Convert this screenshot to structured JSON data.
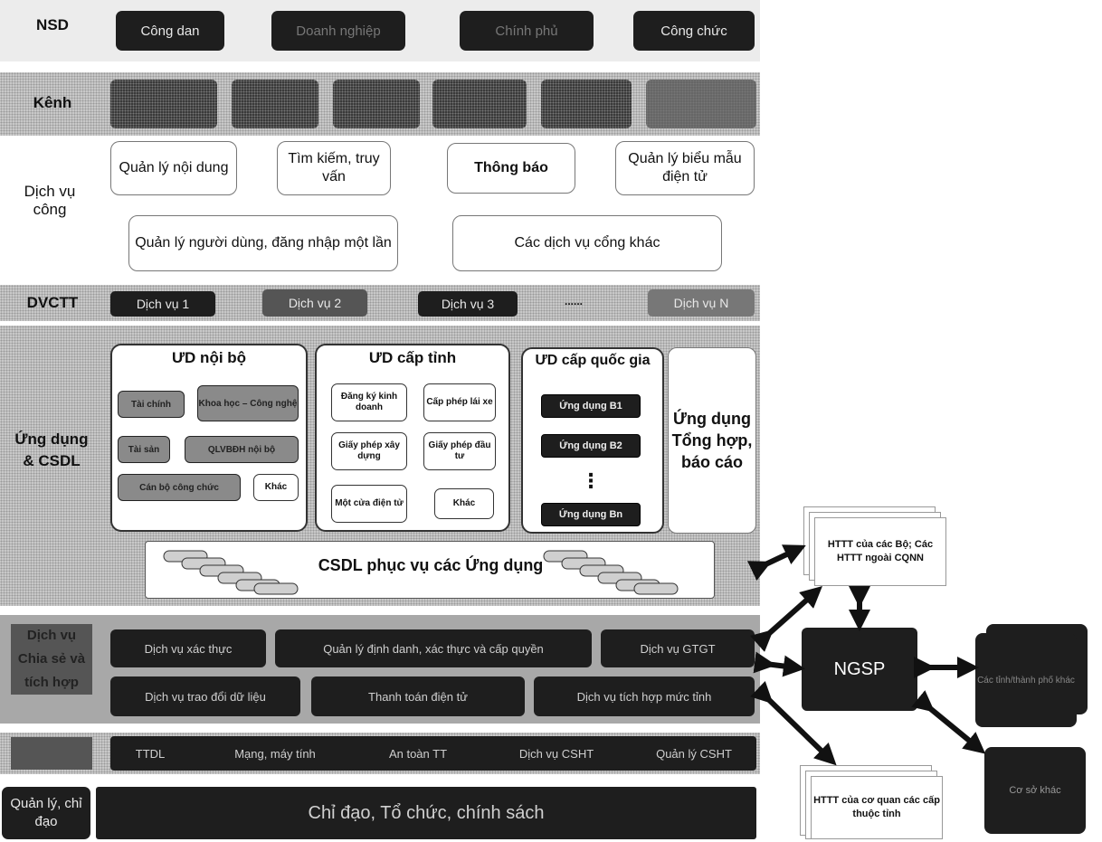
{
  "rows": {
    "nsd": "NSD",
    "kenh": "Kênh",
    "dich_vu_cong": "Dịch vụ công",
    "dvctt": "DVCTT",
    "ung_dung_csdl": "Ứng dụng & CSDL",
    "dich_vu_chia_se": "Dịch vụ Chia sẻ và tích hợp",
    "ha_tang": "",
    "quan_ly": "Quản lý, chỉ đạo"
  },
  "nsd": [
    "Công dan",
    "Doanh nghiệp",
    "Chính phủ",
    "Công chức"
  ],
  "public_services": {
    "row1": [
      "Quản lý nội dung",
      "Tìm kiếm, truy vấn",
      "Thông báo",
      "Quản lý biểu mẫu điện tử"
    ],
    "row2": [
      "Quản lý người dùng, đăng nhập một lần",
      "Các dịch vụ cổng khác"
    ]
  },
  "dvctt": [
    "Dịch vụ 1",
    "Dịch vụ 2",
    "Dịch vụ 3",
    "......",
    "Dịch vụ N"
  ],
  "apps": {
    "noi_bo": {
      "title": "ƯD nội bộ",
      "items": [
        "Tài chính",
        "Khoa học – Công nghệ",
        "Tài sản",
        "QLVBĐH nội bộ",
        "Cán bộ công chức",
        "Khác"
      ]
    },
    "cap_tinh": {
      "title": "ƯD cấp tỉnh",
      "items": [
        "Đăng ký kinh doanh",
        "Cấp phép lái xe",
        "Giấy phép xây dựng",
        "Giấy phép đầu tư",
        "Một cửa điện tử",
        "Khác"
      ]
    },
    "quoc_gia": {
      "title": "ƯD cấp quốc gia",
      "items": [
        "Ứng dụng B1",
        "Ứng dụng B2",
        "⋮",
        "Ứng dụng Bn"
      ]
    },
    "tong_hop": "Ứng dụng Tổng hợp, báo cáo",
    "csdl": "CSDL phục vụ các Ứng dụng"
  },
  "sharing": {
    "row1": [
      "Dịch vụ xác thực",
      "Quản lý định danh, xác thực và cấp quyền",
      "Dịch vụ GTGT"
    ],
    "row2": [
      "Dịch vụ trao đổi dữ liệu",
      "Thanh toán điện tử",
      "Dịch vụ tích hợp mức tỉnh"
    ]
  },
  "infra": [
    "TTDL",
    "Mạng, máy tính",
    "An toàn TT",
    "Dịch vụ CSHT",
    "Quản lý CSHT"
  ],
  "management": "Chỉ đạo, Tổ chức, chính sách",
  "external": {
    "httt_bo": "HTTT của các Bộ; Các HTTT ngoài CQNN",
    "ngsp": "NGSP",
    "cac_tinh": "Các tỉnh/thành phố khác",
    "co_so_khac": "Cơ sở khác",
    "httt_tinh": "HTTT của cơ quan các cấp thuộc tỉnh"
  }
}
